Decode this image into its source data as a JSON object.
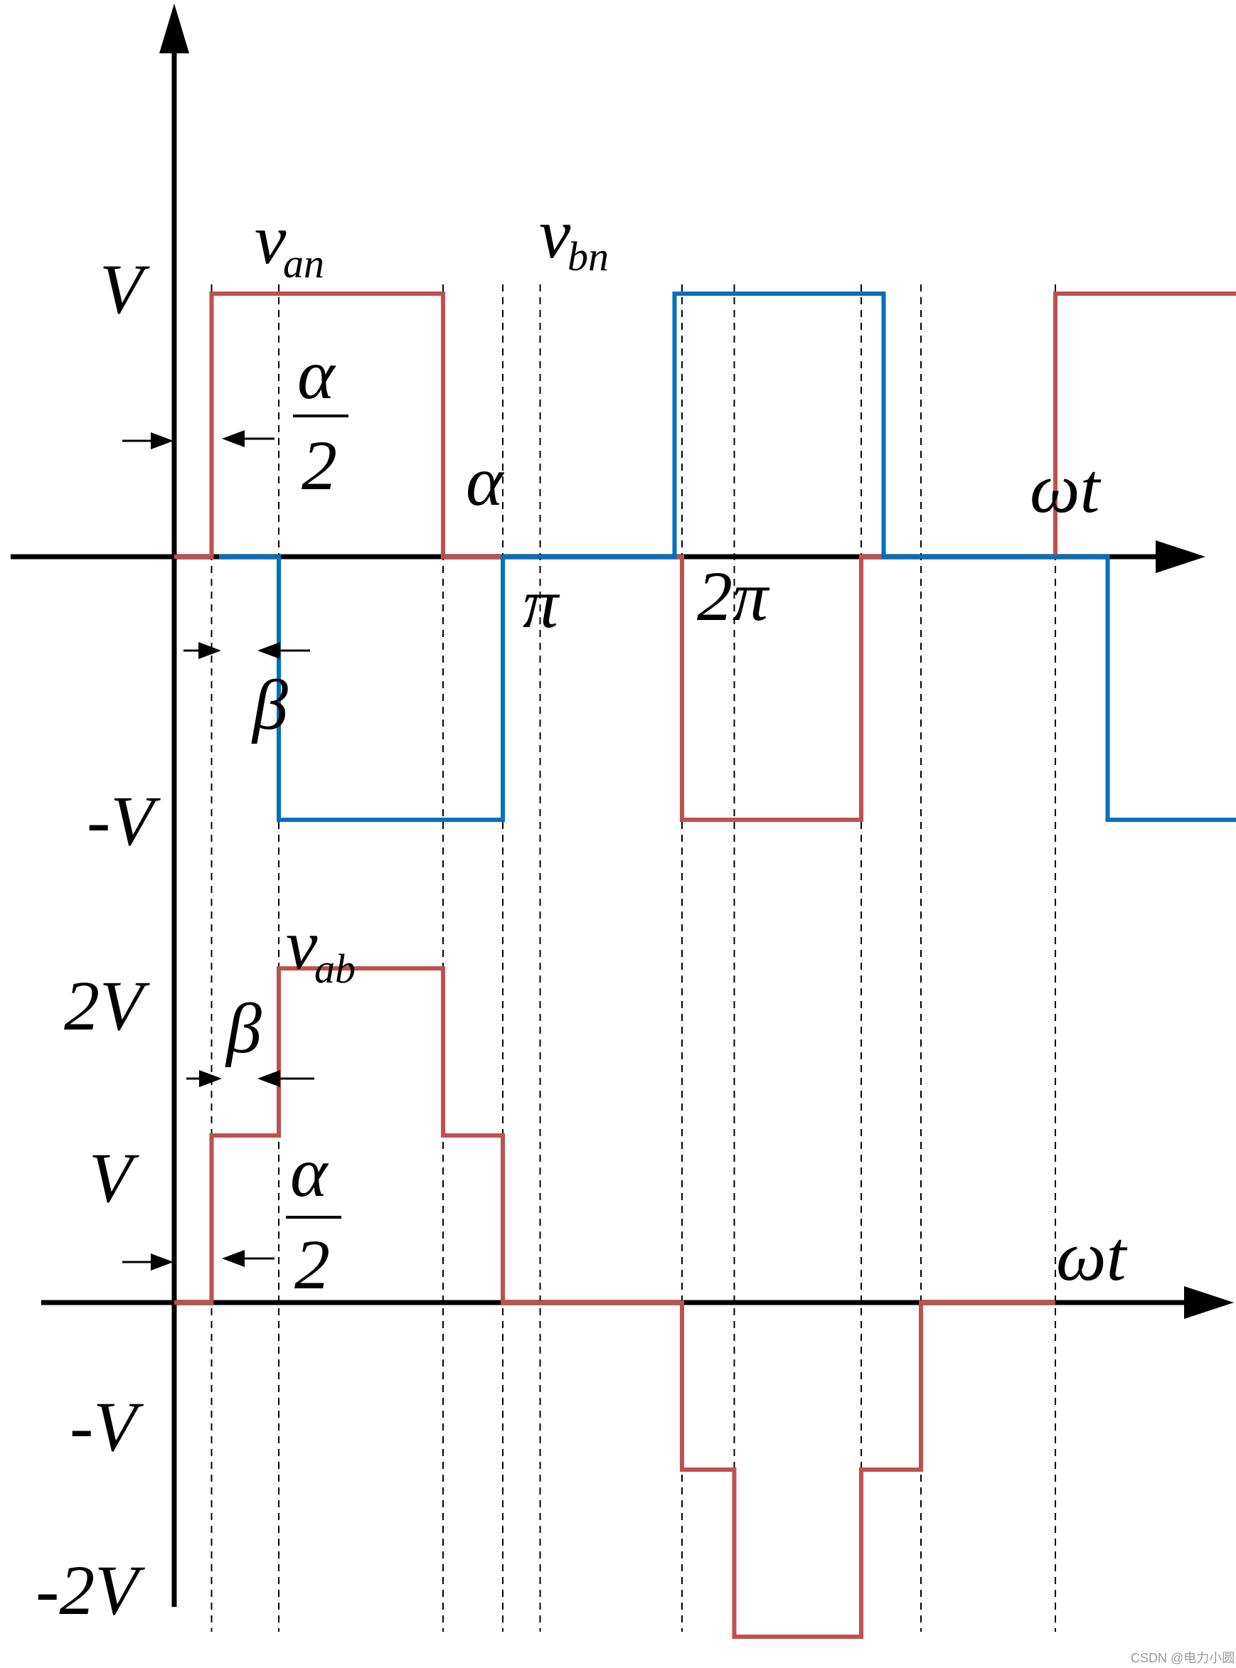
{
  "colors": {
    "van": "#c0504d",
    "vbn": "#0070c0",
    "vab": "#c0504d",
    "axes": "#000000"
  },
  "labels": {
    "top_y_pos": "V",
    "top_y_neg": "-V",
    "top_x_axis": "ωt",
    "pi": "π",
    "two_pi": "2π",
    "alpha": "α",
    "alpha_half_num": "α",
    "alpha_half_den": "2",
    "beta": "β",
    "van_main": "v",
    "van_sub": "an",
    "vbn_main": "v",
    "vbn_sub": "bn",
    "vab_main": "v",
    "vab_sub": "ab",
    "bot_y_2v": "2V",
    "bot_y_v": "V",
    "bot_y_neg_v": "-V",
    "bot_y_neg_2v": "-2V",
    "bot_x_axis": "ωt",
    "bot_alpha_half_num": "α",
    "bot_alpha_half_den": "2",
    "bot_beta": "β"
  },
  "waveforms": {
    "van": [
      [
        0,
        0
      ],
      [
        0.25,
        0
      ],
      [
        0.25,
        1
      ],
      [
        1.8,
        1
      ],
      [
        1.8,
        0
      ],
      [
        3.4,
        0
      ],
      [
        3.4,
        -1
      ],
      [
        4.6,
        -1
      ],
      [
        4.6,
        0
      ],
      [
        5.9,
        0
      ],
      [
        5.9,
        1
      ],
      [
        7.4,
        1
      ],
      [
        7.4,
        0
      ]
    ],
    "vbn": [
      [
        0.3,
        0
      ],
      [
        0.7,
        0
      ],
      [
        0.7,
        -1
      ],
      [
        2.2,
        -1
      ],
      [
        2.2,
        0
      ],
      [
        3.35,
        0
      ],
      [
        3.35,
        1
      ],
      [
        4.75,
        1
      ],
      [
        4.75,
        0
      ],
      [
        5.9,
        0
      ],
      [
        6.25,
        0
      ],
      [
        6.25,
        -1
      ],
      [
        7.7,
        -1
      ],
      [
        7.7,
        0
      ]
    ],
    "vab": [
      [
        0,
        0
      ],
      [
        0.25,
        0
      ],
      [
        0.25,
        1
      ],
      [
        0.7,
        1
      ],
      [
        0.7,
        2
      ],
      [
        1.8,
        2
      ],
      [
        1.8,
        1
      ],
      [
        2.2,
        1
      ],
      [
        2.2,
        0
      ],
      [
        3.4,
        0
      ],
      [
        3.4,
        -1
      ],
      [
        3.75,
        -1
      ],
      [
        3.75,
        -2
      ],
      [
        4.6,
        -2
      ],
      [
        4.6,
        -1
      ],
      [
        5.0,
        -1
      ],
      [
        5.0,
        0
      ],
      [
        5.9,
        0
      ]
    ]
  },
  "guide_positions": [
    0.25,
    0.7,
    1.8,
    2.2,
    2.45,
    3.4,
    3.75,
    4.6,
    5.0,
    5.9
  ],
  "watermark": "CSDN @电力小圆"
}
